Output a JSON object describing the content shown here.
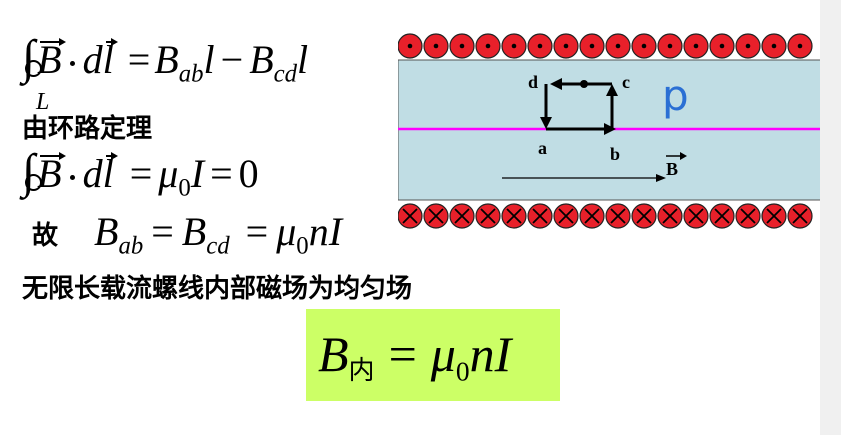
{
  "equations": {
    "line1": {
      "integral_subscript": "L",
      "lhs_B": "B",
      "lhs_d": "d",
      "lhs_l": "l",
      "eq_sign": "=",
      "B1": "B",
      "B1_sub": "ab",
      "l1": "l",
      "minus": "−",
      "B2": "B",
      "B2_sub": "cd",
      "l2": "l"
    },
    "line2": {
      "lhs_B": "B",
      "lhs_d": "d",
      "lhs_l": "l",
      "eq1": "=",
      "mu": "μ",
      "mu_sub": "0",
      "I": "I",
      "eq2": "=",
      "zero": "0"
    },
    "line3": {
      "B1": "B",
      "B1_sub": "ab",
      "eq1": "=",
      "B2": "B",
      "B2_sub": "cd",
      "eq2": "=",
      "mu": "μ",
      "mu_sub": "0",
      "nI": "nI"
    }
  },
  "labels": {
    "loop_theorem": "由环路定理",
    "therefore": "故",
    "conclusion": "无限长载流螺线内部磁场为均匀场"
  },
  "result": {
    "B": "B",
    "B_sub": "内",
    "eq": "=",
    "mu": "μ",
    "mu_sub": "0",
    "nI": "nI"
  },
  "diagram": {
    "label_a": "a",
    "label_b": "b",
    "label_c": "c",
    "label_d": "d",
    "label_p": "p",
    "label_B": "B",
    "top_row_count": 16,
    "bottom_row_count": 16,
    "colors": {
      "solenoid_fill": "#c0dde4",
      "coil": "#e8202a",
      "axis_line": "#ff00ff",
      "p_label": "#2a6fd4"
    }
  }
}
